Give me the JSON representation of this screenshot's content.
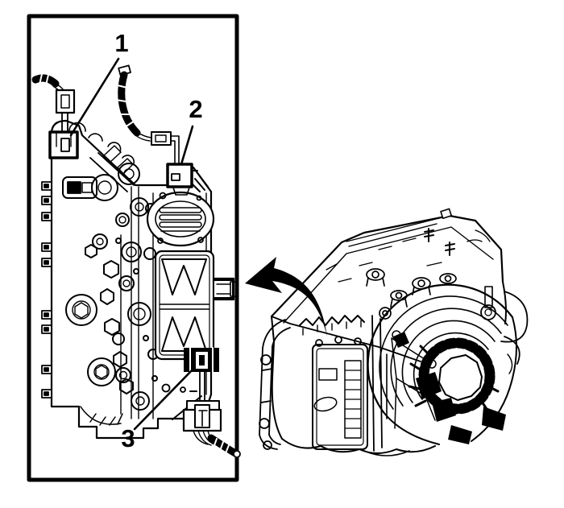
{
  "figure": {
    "colors": {
      "line": "#000000",
      "background": "#ffffff"
    },
    "callouts": [
      {
        "label": "1"
      },
      {
        "label": "2"
      },
      {
        "label": "3"
      }
    ],
    "icons": {
      "direction_arrow": "curved-arrow-left"
    }
  }
}
